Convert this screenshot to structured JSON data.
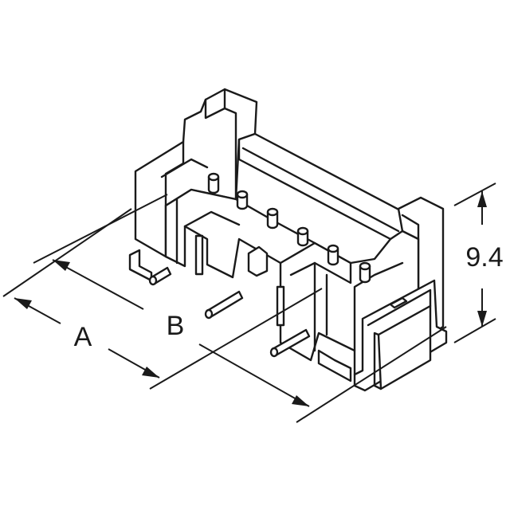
{
  "dimensions": {
    "width_label": "A",
    "pitch_label": "B",
    "height_label": "9.4"
  }
}
